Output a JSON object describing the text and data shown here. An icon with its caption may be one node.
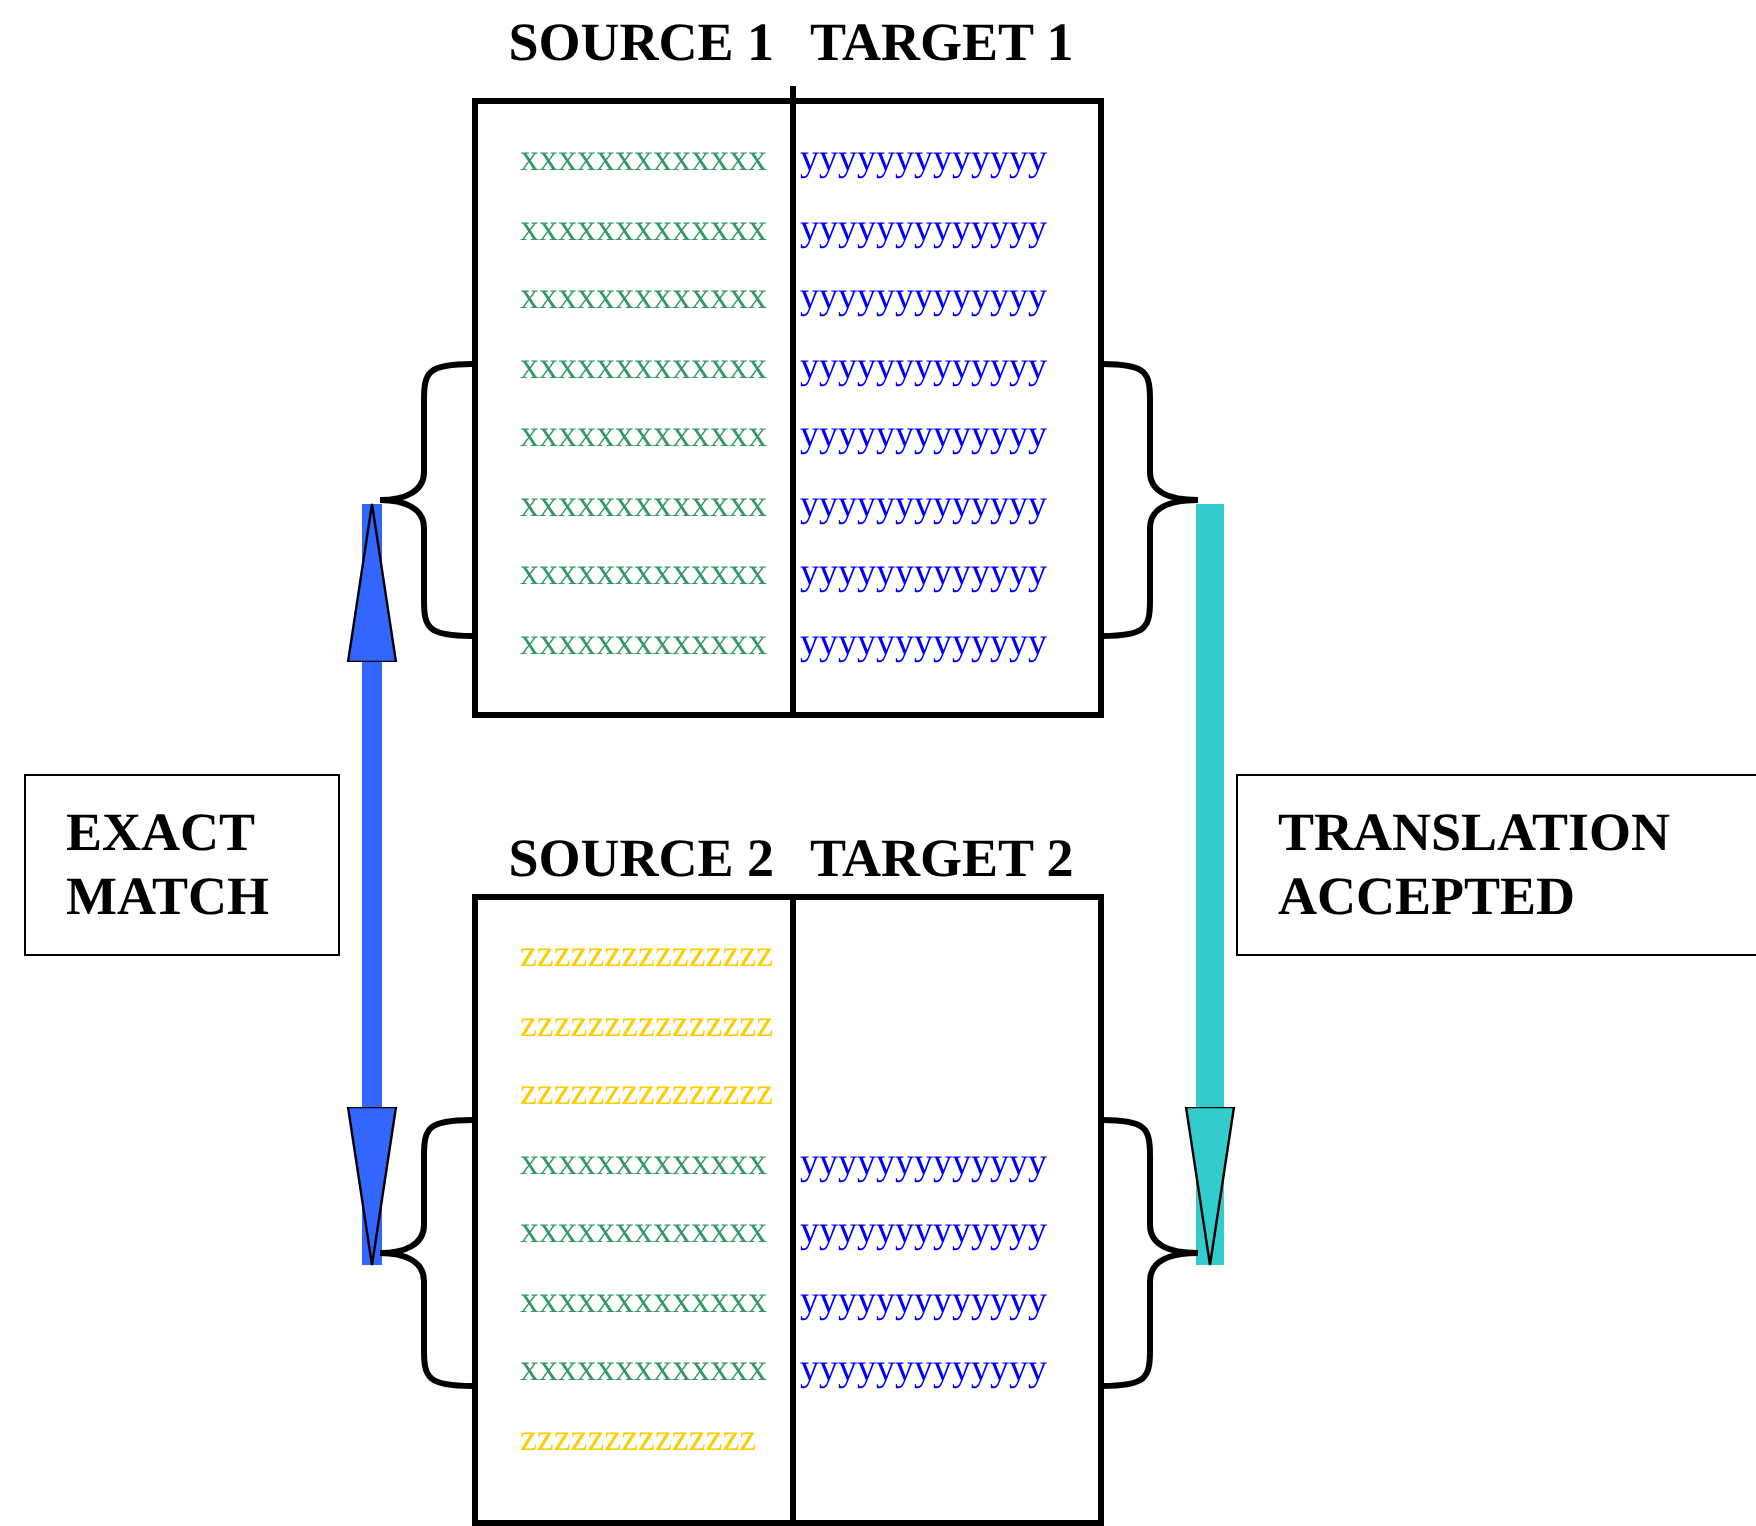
{
  "diagram": {
    "nodes": [
      {
        "text": [
          "SOURCE 1",
          "TARGET 1"
        ]
      },
      {
        "text": [
          "xxxxxxxxxxxxx"
        ],
        "in": 0
      },
      {
        "text": [
          "yyyyyyyyyyyyy"
        ],
        "in": 0
      },
      {
        "text": [
          "xxxxxxxxxxxxx"
        ],
        "in": 0
      },
      {
        "text": [
          "yyyyyyyyyyyyy"
        ],
        "in": 0
      },
      {
        "text": [
          "xxxxxxxxxxxxx"
        ],
        "in": 0
      },
      {
        "text": [
          "yyyyyyyyyyyyy"
        ],
        "in": 0
      },
      {
        "text": [
          "xxxxxxxxxxxxx"
        ],
        "in": 0
      },
      {
        "text": [
          "yyyyyyyyyyyyy"
        ],
        "in": 0
      },
      {
        "text": [
          "xxxxxxxxxxxxx"
        ],
        "in": 0
      },
      {
        "text": [
          "yyyyyyyyyyyyy"
        ],
        "in": 0
      },
      {
        "text": [
          "xxxxxxxxxxxxx"
        ],
        "in": 0
      },
      {
        "text": [
          "yyyyyyyyyyyyy"
        ],
        "in": 0
      },
      {
        "text": [
          "xxxxxxxxxxxxx"
        ],
        "in": 0
      },
      {
        "text": [
          "yyyyyyyyyyyyy"
        ],
        "in": 0
      },
      {
        "text": [
          "xxxxxxxxxxxxx"
        ],
        "in": 0
      },
      {
        "text": [
          "yyyyyyyyyyyyy"
        ],
        "in": 0
      },
      {
        "text": [],
        "shape": "brace"
      },
      {
        "text": [],
        "shape": "brace"
      },
      {
        "text": [
          "EXACT MATCH"
        ]
      },
      {
        "text": [
          "TRANSLATION ACCEPTED"
        ]
      },
      {
        "text": [
          "SOURCE 2",
          "TARGET 2"
        ]
      },
      {
        "text": [
          "zzzzzzzzzzzzzzz"
        ],
        "in": 21
      },
      {
        "text": [
          "zzzzzzzzzzzzzzz"
        ],
        "in": 21
      },
      {
        "text": [
          "zzzzzzzzzzzzzzz"
        ],
        "in": 21
      },
      {
        "text": [
          "xxxxxxxxxxxxx"
        ],
        "in": 21
      },
      {
        "text": [
          "yyyyyyyyyyyyy"
        ],
        "in": 21
      },
      {
        "text": [
          "xxxxxxxxxxxxx"
        ],
        "in": 21
      },
      {
        "text": [
          "yyyyyyyyyyyyy"
        ],
        "in": 21
      },
      {
        "text": [
          "xxxxxxxxxxxxx"
        ],
        "in": 21
      },
      {
        "text": [
          "yyyyyyyyyyyyy"
        ],
        "in": 21
      },
      {
        "text": [
          "xxxxxxxxxxxxx"
        ],
        "in": 21
      },
      {
        "text": [
          "yyyyyyyyyyyyy"
        ],
        "in": 21
      },
      {
        "text": [
          "zzzzzzzzzzzzzz"
        ],
        "in": 21
      },
      {
        "text": [],
        "shape": "brace"
      },
      {
        "text": [],
        "shape": "brace"
      }
    ],
    "edges": [
      {
        "from": 17,
        "to": 34,
        "arrow": "both",
        "color": "#3366ff"
      },
      {
        "from": 18,
        "to": 35,
        "arrow": "to",
        "color": "#33cccc"
      }
    ]
  }
}
